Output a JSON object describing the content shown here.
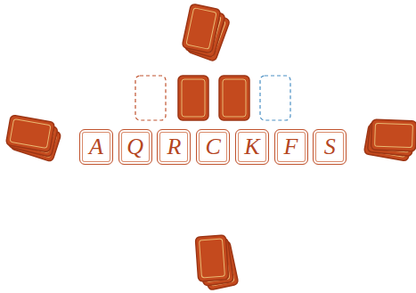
{
  "diagram": {
    "nodes": [
      {
        "text": [
          "A"
        ]
      },
      {
        "text": [
          "Q"
        ]
      },
      {
        "text": [
          "R"
        ]
      },
      {
        "text": [
          "C"
        ]
      },
      {
        "text": [
          "K"
        ]
      },
      {
        "text": [
          "F"
        ]
      },
      {
        "text": [
          "S"
        ]
      }
    ]
  }
}
